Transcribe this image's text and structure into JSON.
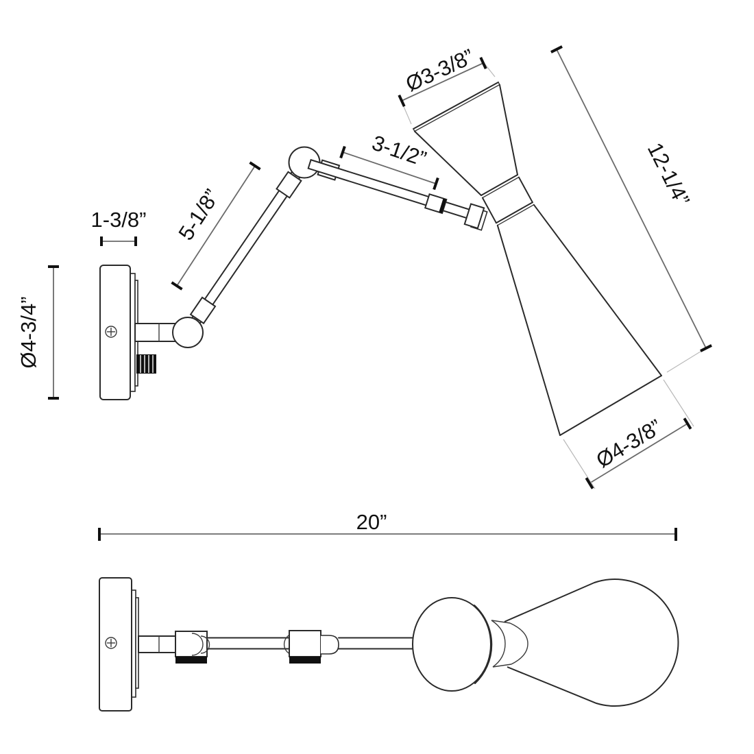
{
  "dims": {
    "canopy_depth": {
      "label": "1-3/8”"
    },
    "canopy_diameter": {
      "label": "Ø4-3/4”"
    },
    "arm1_length": {
      "label": "5-1/8”"
    },
    "arm2_length": {
      "label": "3-1/2”"
    },
    "shade_top_diameter": {
      "label": "Ø3-3/8”"
    },
    "shade_length": {
      "label": "12-1/4”"
    },
    "shade_bottom_diameter": {
      "label": "Ø4-3/8”"
    },
    "overall_extension": {
      "label": "20”"
    }
  },
  "colors": {
    "background": "#ffffff",
    "object_line": "#2a2a2a",
    "dimension_line": "#6a6a6a",
    "tick_and_text": "#111111",
    "extension_line": "#b9b9b9",
    "knob_black": "#101010"
  }
}
